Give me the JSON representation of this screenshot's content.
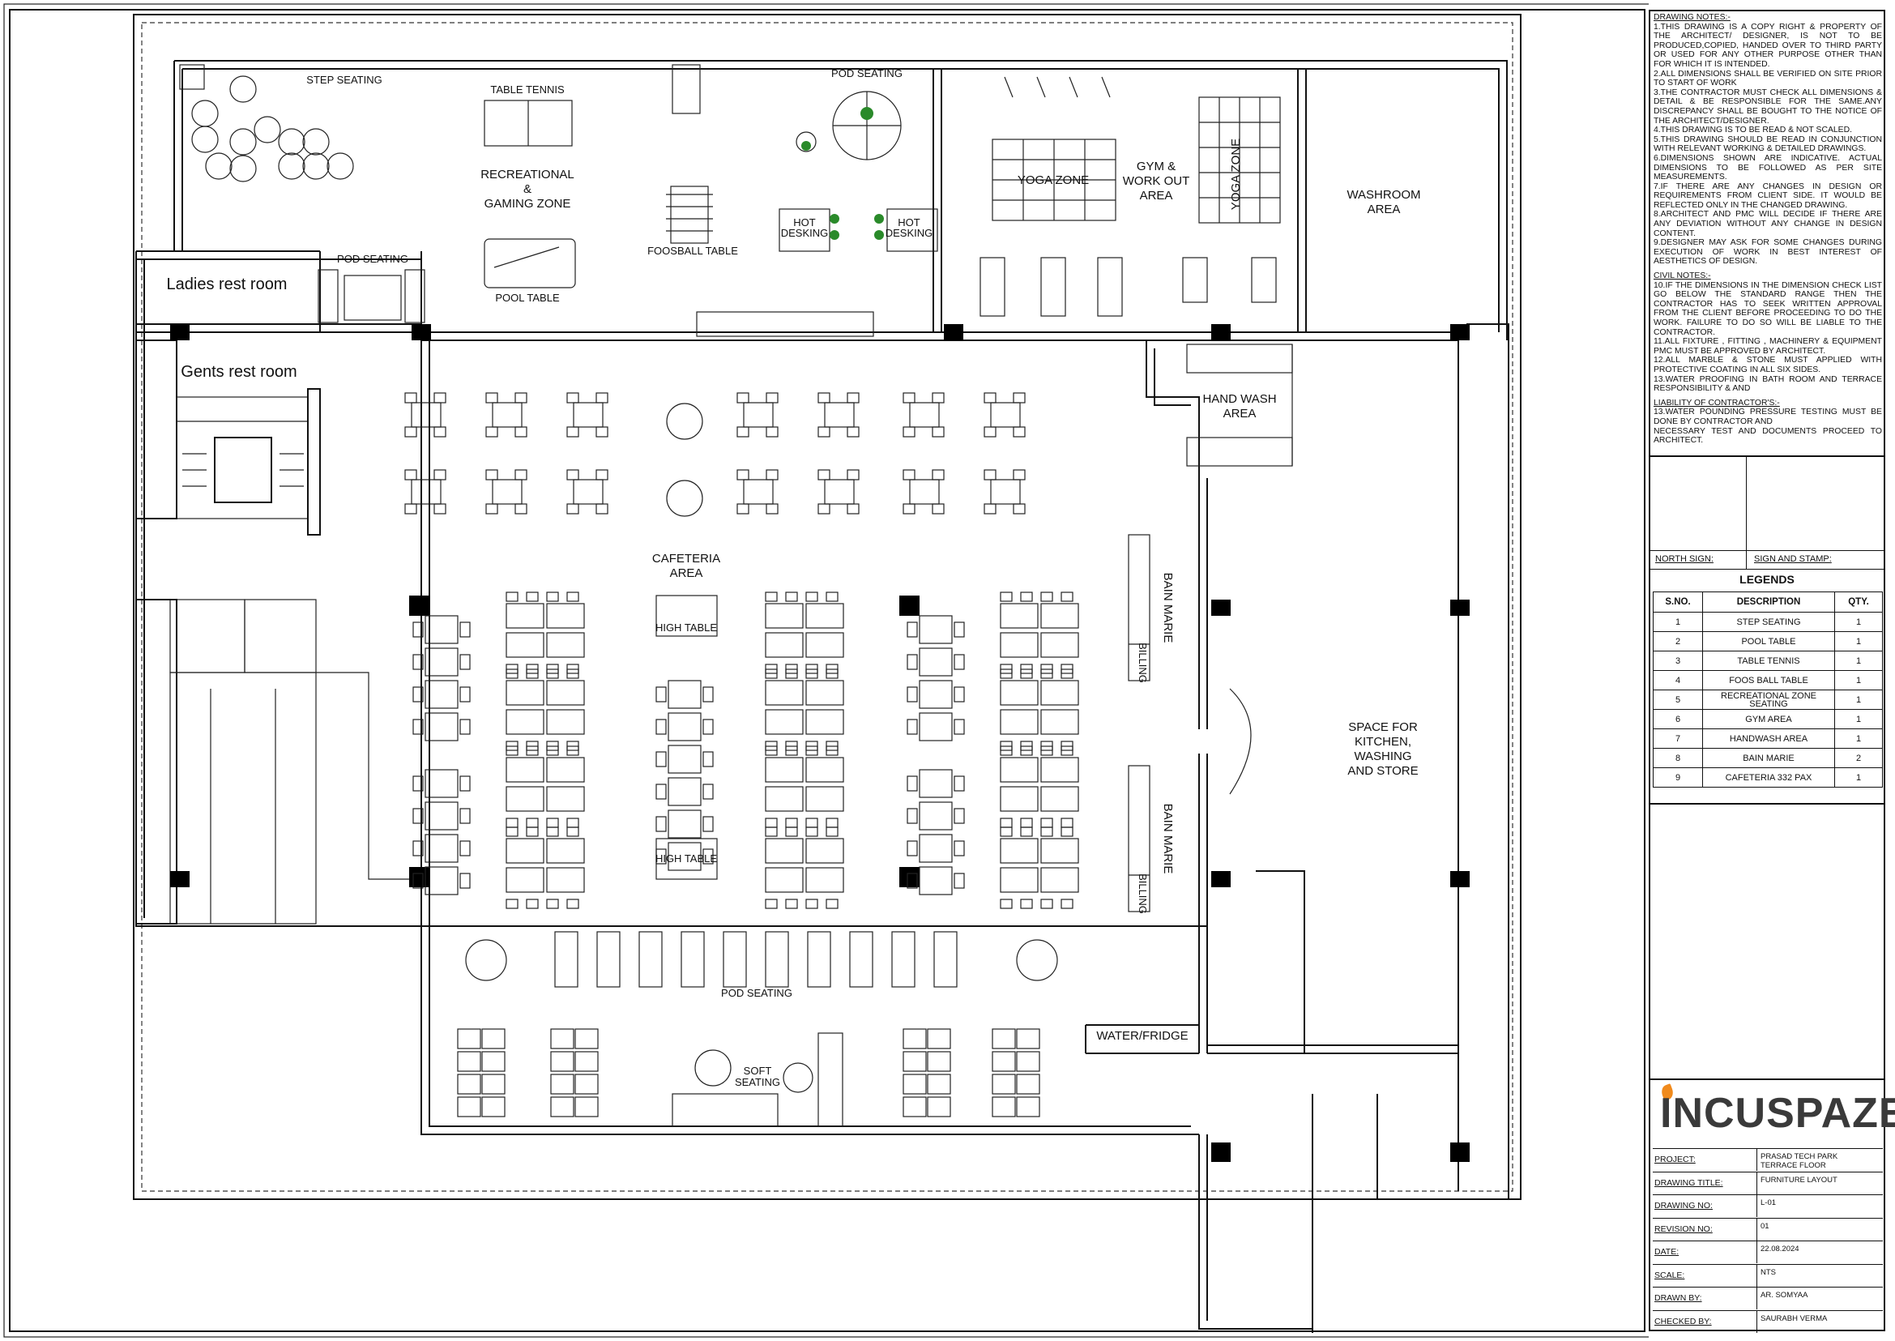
{
  "rooms": {
    "step_seating": "STEP SEATING",
    "table_tennis": "TABLE TENNIS",
    "recreational_1": "RECREATIONAL",
    "recreational_2": "&",
    "recreational_3": "GAMING ZONE",
    "pod_seating_top": "POD SEATING",
    "pod_seating_left": "POD SEATING",
    "pool_table": "POOL TABLE",
    "foosball_table": "FOOSBALL TABLE",
    "hot_desking_1a": "HOT",
    "hot_desking_1b": "DESKING",
    "hot_desking_2a": "HOT",
    "hot_desking_2b": "DESKING",
    "yoga_zone_1": "YOGA ZONE",
    "yoga_zone_2": "YOGA ZONE",
    "gym_1": "GYM &",
    "gym_2": "WORK OUT",
    "gym_3": "AREA",
    "washroom_1": "WASHROOM",
    "washroom_2": "AREA",
    "ladies": "Ladies rest room",
    "gents": "Gents rest room",
    "hand_wash_1": "HAND WASH",
    "hand_wash_2": "AREA",
    "cafeteria_1": "CAFETERIA",
    "cafeteria_2": "AREA",
    "high_table_1": "HIGH TABLE",
    "high_table_2": "HIGH TABLE",
    "bain_marie_1": "BAIN MARIE",
    "bain_marie_2": "BAIN MARIE",
    "billing_1": "BILLING",
    "billing_2": "BILLING",
    "kitchen_1": "SPACE FOR",
    "kitchen_2": "KITCHEN,",
    "kitchen_3": "WASHING",
    "kitchen_4": "AND STORE",
    "pod_seating_bottom": "POD SEATING",
    "soft_seating_1": "SOFT",
    "soft_seating_2": "SEATING",
    "water_fridge": "WATER/FRIDGE"
  },
  "notes": {
    "drawing_heading": "DRAWING NOTES:-",
    "drawing": [
      "1.THIS DRAWING IS A COPY RIGHT & PROPERTY OF THE ARCHITECT/ DESIGNER, IS NOT TO BE PRODUCED,COPIED, HANDED OVER TO THIRD PARTY OR USED FOR ANY OTHER PURPOSE OTHER THAN FOR WHICH IT IS INTENDED.",
      "2.ALL DIMENSIONS SHALL BE VERIFIED ON SITE PRIOR TO START OF WORK",
      "3.THE CONTRACTOR MUST CHECK ALL DIMENSIONS & DETAIL & BE RESPONSIBLE FOR THE SAME.ANY DISCREPANCY SHALL BE BOUGHT TO THE NOTICE OF THE ARCHITECT/DESIGNER.",
      "4.THIS DRAWING IS TO BE READ & NOT SCALED.",
      "5.THIS DRAWING SHOULD BE READ IN CONJUNCTION WITH RELEVANT WORKING & DETAILED DRAWINGS.",
      "6.DIMENSIONS SHOWN ARE INDICATIVE. ACTUAL DIMENSIONS TO BE FOLLOWED AS PER SITE MEASUREMENTS.",
      "7.IF THERE ARE ANY CHANGES IN DESIGN OR REQUIREMENTS FROM CLIENT SIDE. IT WOULD BE REFLECTED ONLY IN THE CHANGED DRAWING.",
      "8.ARCHITECT AND PMC WILL DECIDE IF THERE ARE ANY DEVIATION WITHOUT ANY CHANGE IN DESIGN CONTENT.",
      "9.DESIGNER MAY ASK FOR SOME CHANGES DURING EXECUTION OF WORK IN BEST INTEREST OF AESTHETICS OF DESIGN."
    ],
    "civil_heading": "CIVIL NOTES:-",
    "civil": [
      "10.IF THE DIMENSIONS IN THE DIMENSION CHECK LIST GO BELOW THE STANDARD RANGE THEN THE CONTRACTOR HAS TO SEEK WRITTEN APPROVAL FROM THE CLIENT BEFORE PROCEEDING TO DO THE WORK. FAILURE TO DO SO WILL BE LIABLE TO THE CONTRACTOR.",
      "11.ALL FIXTURE , FITTING , MACHINERY & EQUIPMENT PMC MUST BE APPROVED BY ARCHITECT.",
      "12.ALL MARBLE & STONE MUST APPLIED WITH PROTECTIVE COATING IN ALL SIX SIDES.",
      "13.WATER PROOFING IN BATH ROOM AND TERRACE RESPONSIBILITY & AND"
    ],
    "liability_heading": "LIABILITY OF CONTRACTOR'S:-",
    "liability": [
      "13.WATER POUNDING PRESSURE TESTING MUST BE DONE BY CONTRACTOR AND",
      "NECESSARY TEST AND DOCUMENTS PROCEED TO ARCHITECT."
    ]
  },
  "north_sign": "NORTH SIGN:",
  "sign_stamp": "SIGN AND STAMP:",
  "legends": {
    "title": "LEGENDS",
    "headers": [
      "S.NO.",
      "DESCRIPTION",
      "QTY."
    ],
    "rows": [
      [
        "1",
        "STEP SEATING",
        "1"
      ],
      [
        "2",
        "POOL TABLE",
        "1"
      ],
      [
        "3",
        "TABLE TENNIS",
        "1"
      ],
      [
        "4",
        "FOOS BALL TABLE",
        "1"
      ],
      [
        "5",
        "RECREATIONAL ZONE SEATING",
        "1"
      ],
      [
        "6",
        "GYM AREA",
        "1"
      ],
      [
        "7",
        "HANDWASH AREA",
        "1"
      ],
      [
        "8",
        "BAIN MARIE",
        "2"
      ],
      [
        "9",
        "CAFETERIA 332 PAX",
        "1"
      ]
    ]
  },
  "logo": "INCUSPAZE",
  "logo_color": "#f08a1c",
  "info": [
    {
      "key": "PROJECT:",
      "value": "PRASAD TECH PARK",
      "value2": "TERRACE FLOOR"
    },
    {
      "key": "DRAWING TITLE:",
      "value": "FURNITURE LAYOUT",
      "value2": ""
    },
    {
      "key": "DRAWING NO:",
      "value": "L-01",
      "value2": ""
    },
    {
      "key": "REVISION NO:",
      "value": "01",
      "value2": ""
    },
    {
      "key": "DATE:",
      "value": "22.08.2024",
      "value2": ""
    },
    {
      "key": "SCALE:",
      "value": "NTS",
      "value2": ""
    },
    {
      "key": "DRAWN BY:",
      "value": "AR. SOMYAA",
      "value2": ""
    },
    {
      "key": "CHECKED BY:",
      "value": "SAURABH VERMA",
      "value2": ""
    }
  ]
}
